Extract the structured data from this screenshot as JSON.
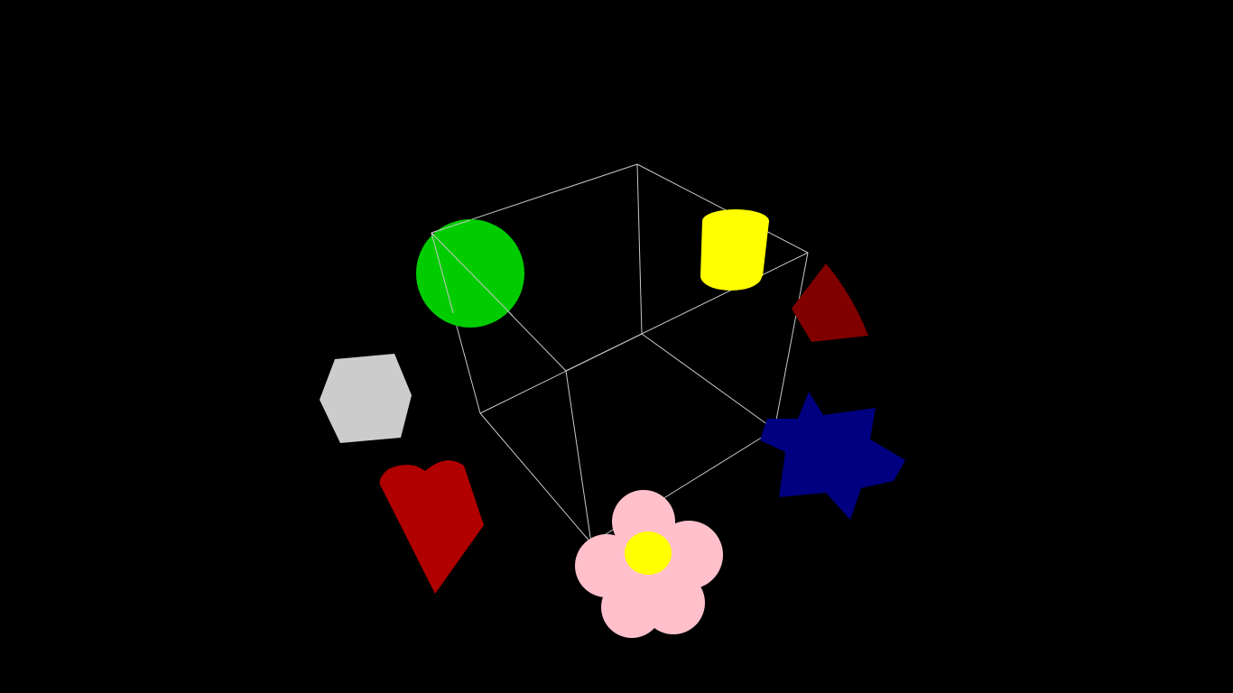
{
  "scene": {
    "background_color": "#000000",
    "wireframe": {
      "name": "cube",
      "edge_color": "#c8c8c8"
    },
    "objects": [
      {
        "name": "sphere",
        "color": "#00cc00"
      },
      {
        "name": "cylinder",
        "color": "#ffff00"
      },
      {
        "name": "wedge",
        "color": "#800000"
      },
      {
        "name": "hexagon",
        "color": "#cccccc"
      },
      {
        "name": "heart",
        "color": "#b00000"
      },
      {
        "name": "star",
        "color": "#000080"
      },
      {
        "name": "flower",
        "petal_color": "#ffc0cb",
        "center_color": "#ffff00"
      }
    ]
  }
}
